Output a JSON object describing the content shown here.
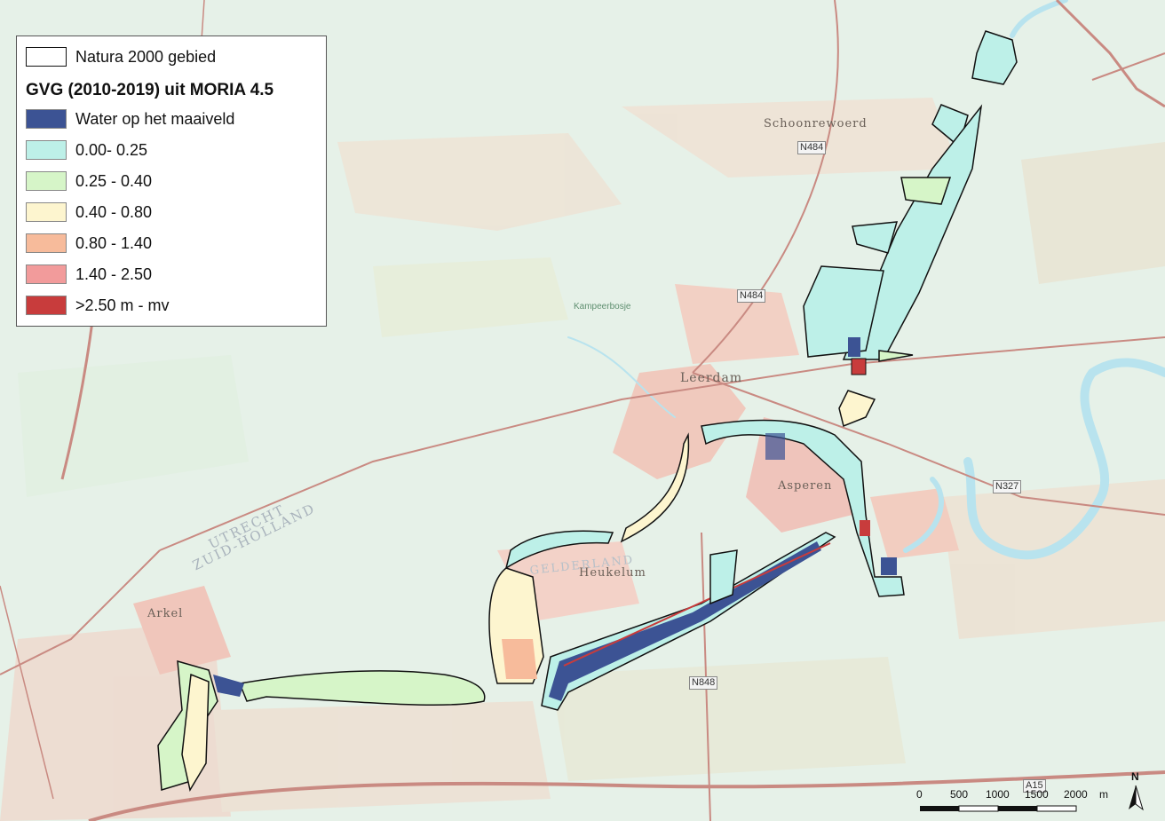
{
  "legend": {
    "boundary_label": "Natura 2000 gebied",
    "title": "GVG (2010-2019) uit MORIA 4.5",
    "classes": [
      {
        "label": "Water op het maaiveld",
        "color": "#3c5394"
      },
      {
        "label": "0.00- 0.25",
        "color": "#bdf0e8"
      },
      {
        "label": "0.25 - 0.40",
        "color": "#d6f5c8"
      },
      {
        "label": "0.40 - 0.80",
        "color": "#fdf5cf"
      },
      {
        "label": "0.80 - 1.40",
        "color": "#f7bb9b"
      },
      {
        "label": "1.40 - 2.50",
        "color": "#f29b9b"
      },
      {
        "label": ">2.50 m - mv",
        "color": "#c83c3c"
      }
    ]
  },
  "places": {
    "schoonrewoerd": "Schoonrewoerd",
    "leerdam": "Leerdam",
    "asperen": "Asperen",
    "heukelum": "Heukelum",
    "arkel": "Arkel",
    "kampeerbosje": "Kampeerbosje",
    "gelderland": "GELDERLAND",
    "utrecht": "UTRECHT",
    "zuid_holland": "ZUID-HOLLAND"
  },
  "roads": {
    "n484_north": "N484",
    "n484_mid": "N484",
    "n327": "N327",
    "n848": "N848",
    "a15": "A15"
  },
  "scale": {
    "ticks": [
      "0",
      "500",
      "1000",
      "1500",
      "2000"
    ],
    "unit": "m"
  },
  "north_label": "N",
  "colors": {
    "background": "#e6f1e8",
    "road": "#c98a82",
    "river": "#b8e3ee",
    "urban": "#f0c9bd"
  }
}
